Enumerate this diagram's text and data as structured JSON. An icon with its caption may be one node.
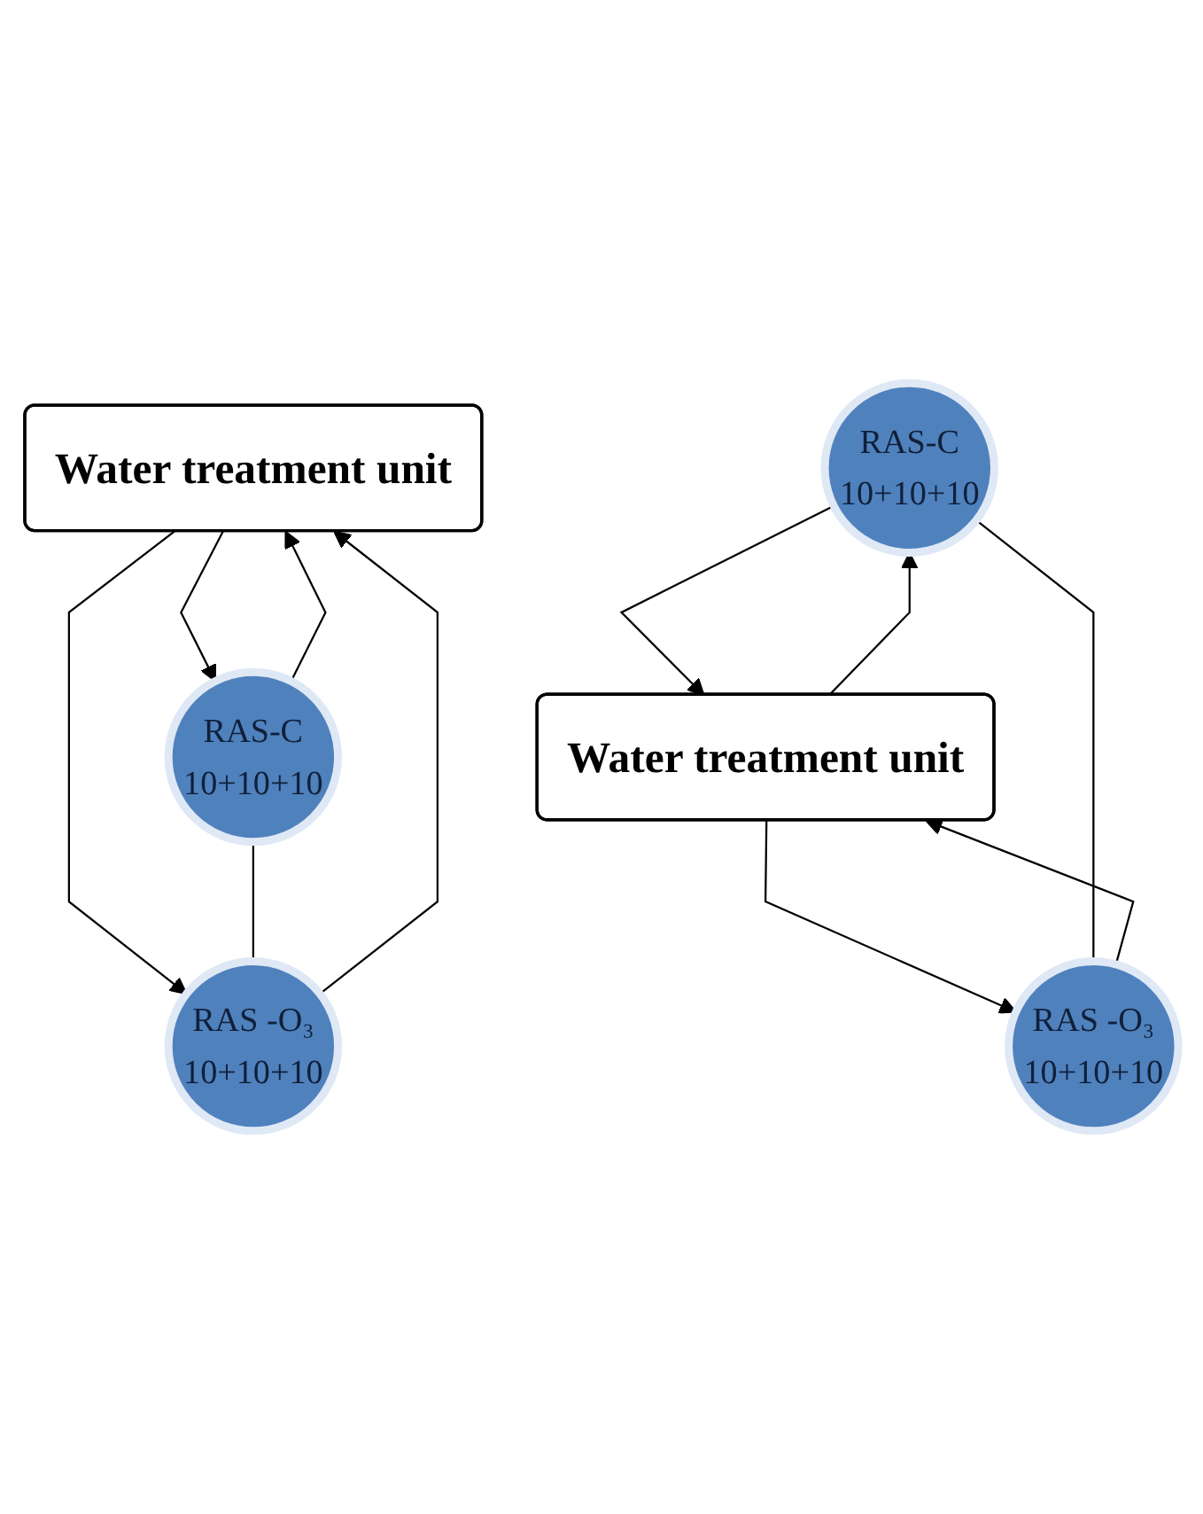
{
  "diagram": {
    "nodes": [
      {
        "text": [
          "Water treatment unit"
        ]
      },
      {
        "text": [
          "RAS-C",
          "10+10+10"
        ]
      },
      {
        "text": [
          "RAS -O₃",
          "10+10+10"
        ]
      },
      {
        "text": [
          "RAS-C",
          "10+10+10"
        ]
      },
      {
        "text": [
          "RAS -O₃",
          "10+10+10"
        ]
      },
      {
        "text": [
          "Water treatment unit"
        ]
      }
    ],
    "edges": [
      {
        "from": 1,
        "to": 0,
        "arrow": "to"
      },
      {
        "from": 0,
        "to": 1,
        "arrow": "to"
      },
      {
        "from": 0,
        "to": 2,
        "arrow": "to"
      },
      {
        "from": 2,
        "to": 0,
        "arrow": "to"
      },
      {
        "from": 1,
        "to": 2,
        "arrow": "none"
      },
      {
        "from": 3,
        "to": 5,
        "arrow": "to"
      },
      {
        "from": 5,
        "to": 3,
        "arrow": "to"
      },
      {
        "from": 5,
        "to": 4,
        "arrow": "to"
      },
      {
        "from": 4,
        "to": 5,
        "arrow": "to"
      },
      {
        "from": 3,
        "to": 4,
        "arrow": "none"
      }
    ]
  }
}
